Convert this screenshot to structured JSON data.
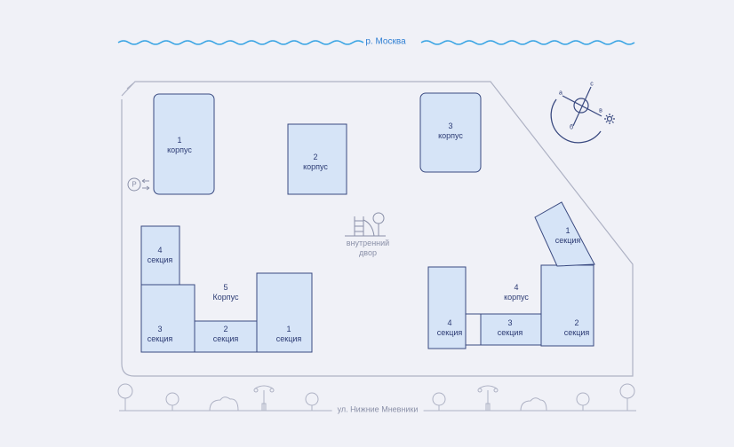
{
  "river": {
    "name": "р. Москва"
  },
  "street": {
    "name": "ул. Нижние Мневники"
  },
  "courtyard": {
    "line1": "внутренний",
    "line2": "двор"
  },
  "parking": {
    "symbol": "P"
  },
  "compass": {
    "labels": [
      "а",
      "с",
      "в",
      "б"
    ]
  },
  "buildings": {
    "b1": {
      "line1": "1",
      "line2": "корпус"
    },
    "b2": {
      "line1": "2",
      "line2": "корпус"
    },
    "b3": {
      "line1": "3",
      "line2": "корпус"
    },
    "b4": {
      "title1": "4",
      "title2": "корпус",
      "sections": [
        {
          "num": "1",
          "word": "секция"
        },
        {
          "num": "2",
          "word": "секция"
        },
        {
          "num": "3",
          "word": "секция"
        },
        {
          "num": "4",
          "word": "секция"
        }
      ]
    },
    "b5": {
      "title1": "5",
      "title2": "Корпус",
      "sections": [
        {
          "num": "1",
          "word": "секция"
        },
        {
          "num": "2",
          "word": "секция"
        },
        {
          "num": "3",
          "word": "секция"
        },
        {
          "num": "4",
          "word": "секция"
        }
      ]
    }
  },
  "colors": {
    "building_fill": "#d6e4f7",
    "building_stroke": "#3a4a80",
    "outline": "#aeb2c4",
    "river": "#36a3e3",
    "background": "#f0f1f7"
  }
}
